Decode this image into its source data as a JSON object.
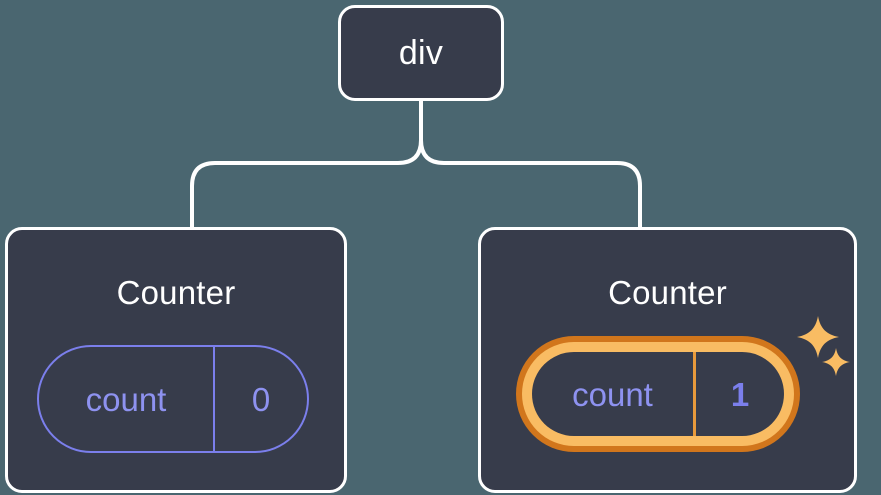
{
  "diagram": {
    "type": "component-tree",
    "background_color": "#4a6670",
    "node_fill_color": "#373c4b",
    "node_border_color": "#ffffff",
    "connector_color": "#ffffff",
    "accent_purple": "#7b7fec",
    "highlight_outer_orange": "#d1761c",
    "highlight_inner_amber": "#f9bc63",
    "sparkle_color": "#f9bc63"
  },
  "root": {
    "label": "div"
  },
  "children": [
    {
      "title": "Counter",
      "state": {
        "key": "count",
        "value": "0"
      },
      "highlighted": false,
      "sparkles": 0
    },
    {
      "title": "Counter",
      "state": {
        "key": "count",
        "value": "1"
      },
      "highlighted": true,
      "sparkles": 2
    }
  ],
  "icons": {
    "sparkle_large": "sparkle-icon",
    "sparkle_small": "sparkle-icon"
  }
}
